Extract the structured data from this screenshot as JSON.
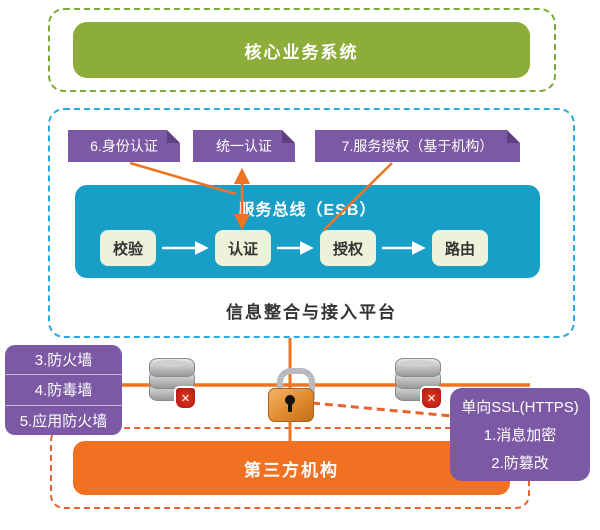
{
  "core_system": {
    "label": "核心业务系统"
  },
  "platform": {
    "caption": "信息整合与接入平台",
    "esb_title": "服务总线（ESB）",
    "steps": [
      "校验",
      "认证",
      "授权",
      "路由"
    ],
    "tags": [
      "6.身份认证",
      "统一认证",
      "7.服务授权（基于机构）"
    ]
  },
  "security_left": {
    "items": [
      "3.防火墙",
      "4.防毒墙",
      "5.应用防火墙"
    ]
  },
  "security_right": {
    "title": "单向SSL(HTTPS)",
    "items": [
      "1.消息加密",
      "2.防篡改"
    ]
  },
  "third_party": {
    "label": "第三方机构"
  },
  "icons": [
    "database-blocked-icon",
    "database-blocked-icon",
    "padlock-icon"
  ],
  "colors": {
    "core_green": "#8cad3a",
    "dash_green": "#7cab35",
    "dash_blue": "#29abe2",
    "dash_orange": "#e8622d",
    "esb_teal": "#189fc8",
    "step_bg": "#edf3da",
    "tag_purple": "#7c59a4",
    "tag_fold": "#5e4181",
    "third_orange": "#f07122",
    "connector_orange": "#f07322"
  }
}
